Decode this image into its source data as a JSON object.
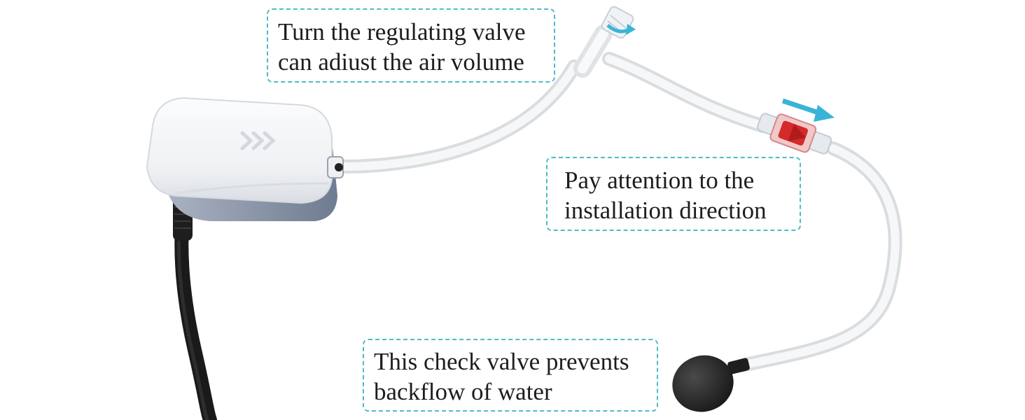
{
  "callouts": {
    "valve": {
      "line1": "Turn the regulating valve",
      "line2": "can adiust the air volume"
    },
    "direction": {
      "line1": "Pay attention to the",
      "line2": "installation direction"
    },
    "check": {
      "line1": "This check valve prevents",
      "line2": "backflow of water"
    }
  },
  "colors": {
    "background": "#ffffff",
    "callout_border": "#4fbcc6",
    "arrow": "#3ab4d6",
    "tube": "#e4e8ea",
    "pump_body": "#f2f4f6",
    "pump_base": "#7e8aa0",
    "cable": "#1a1a1a",
    "check_valve_core": "#d42a2a",
    "air_stone": "#2a2a2a"
  },
  "icons": [
    "air-pump",
    "power-cable",
    "regulating-valve",
    "check-valve",
    "air-stone",
    "direction-arrow"
  ]
}
